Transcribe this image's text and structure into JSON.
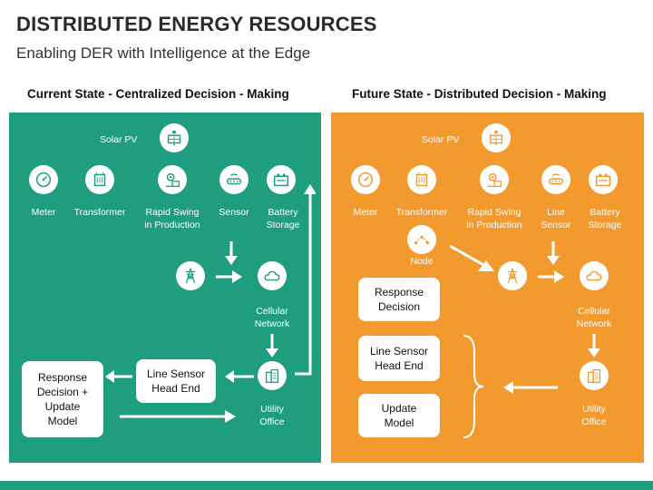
{
  "title": "DISTRIBUTED ENERGY RESOURCES",
  "subtitle": "Enabling DER with Intelligence at the Edge",
  "current": {
    "heading": "Current State - Centralized Decision - Making",
    "solar": "Solar PV",
    "meter": "Meter",
    "transformer": "Transformer",
    "rapid_1": "Rapid Swing",
    "rapid_2": "in Production",
    "sensor": "Sensor",
    "battery_1": "Battery",
    "battery_2": "Storage",
    "cellular_1": "Cellular",
    "cellular_2": "Network",
    "utility_1": "Utility",
    "utility_2": "Office",
    "head_end_1": "Line Sensor",
    "head_end_2": "Head End",
    "response_1": "Response",
    "response_2": "Decision +",
    "response_3": "Update",
    "response_4": "Model"
  },
  "future": {
    "heading": "Future State - Distributed Decision - Making",
    "solar": "Solar PV",
    "meter": "Meter",
    "transformer": "Transformer",
    "rapid_1": "Rapid Swing",
    "rapid_2": "in Production",
    "line_1": "Line",
    "line_2": "Sensor",
    "battery_1": "Battery",
    "battery_2": "Storage",
    "node": "Node",
    "cellular_1": "Cellular",
    "cellular_2": "Network",
    "utility_1": "Utility",
    "utility_2": "Office",
    "response_1": "Response",
    "response_2": "Decision",
    "head_end_1": "Line Sensor",
    "head_end_2": "Head End",
    "update_1": "Update",
    "update_2": "Model"
  },
  "colors": {
    "green": "#1e9e7e",
    "orange": "#f29a2e"
  }
}
